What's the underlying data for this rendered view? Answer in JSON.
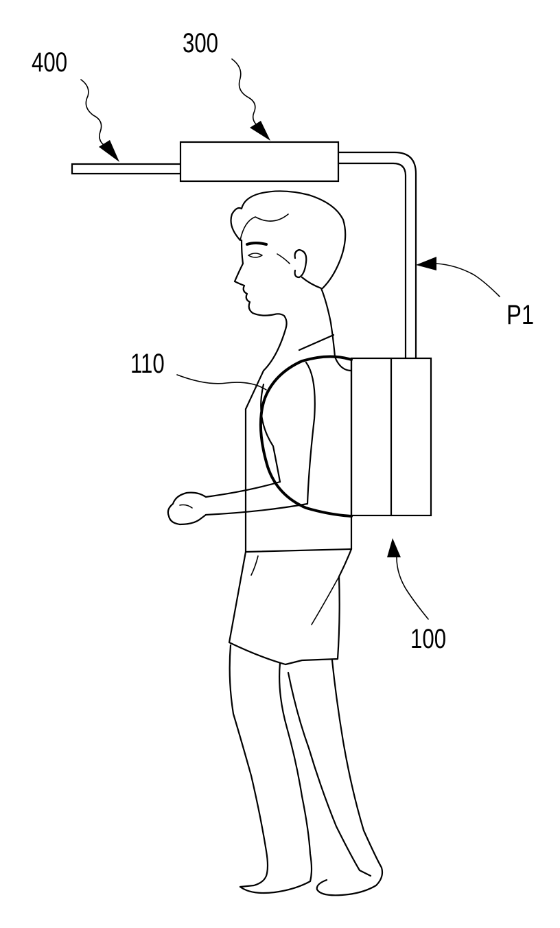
{
  "labels": {
    "ref_400": "400",
    "ref_300": "300",
    "ref_p1": "P1",
    "ref_110": "110",
    "ref_100": "100"
  },
  "colors": {
    "line": "#000000",
    "background": "#ffffff"
  }
}
